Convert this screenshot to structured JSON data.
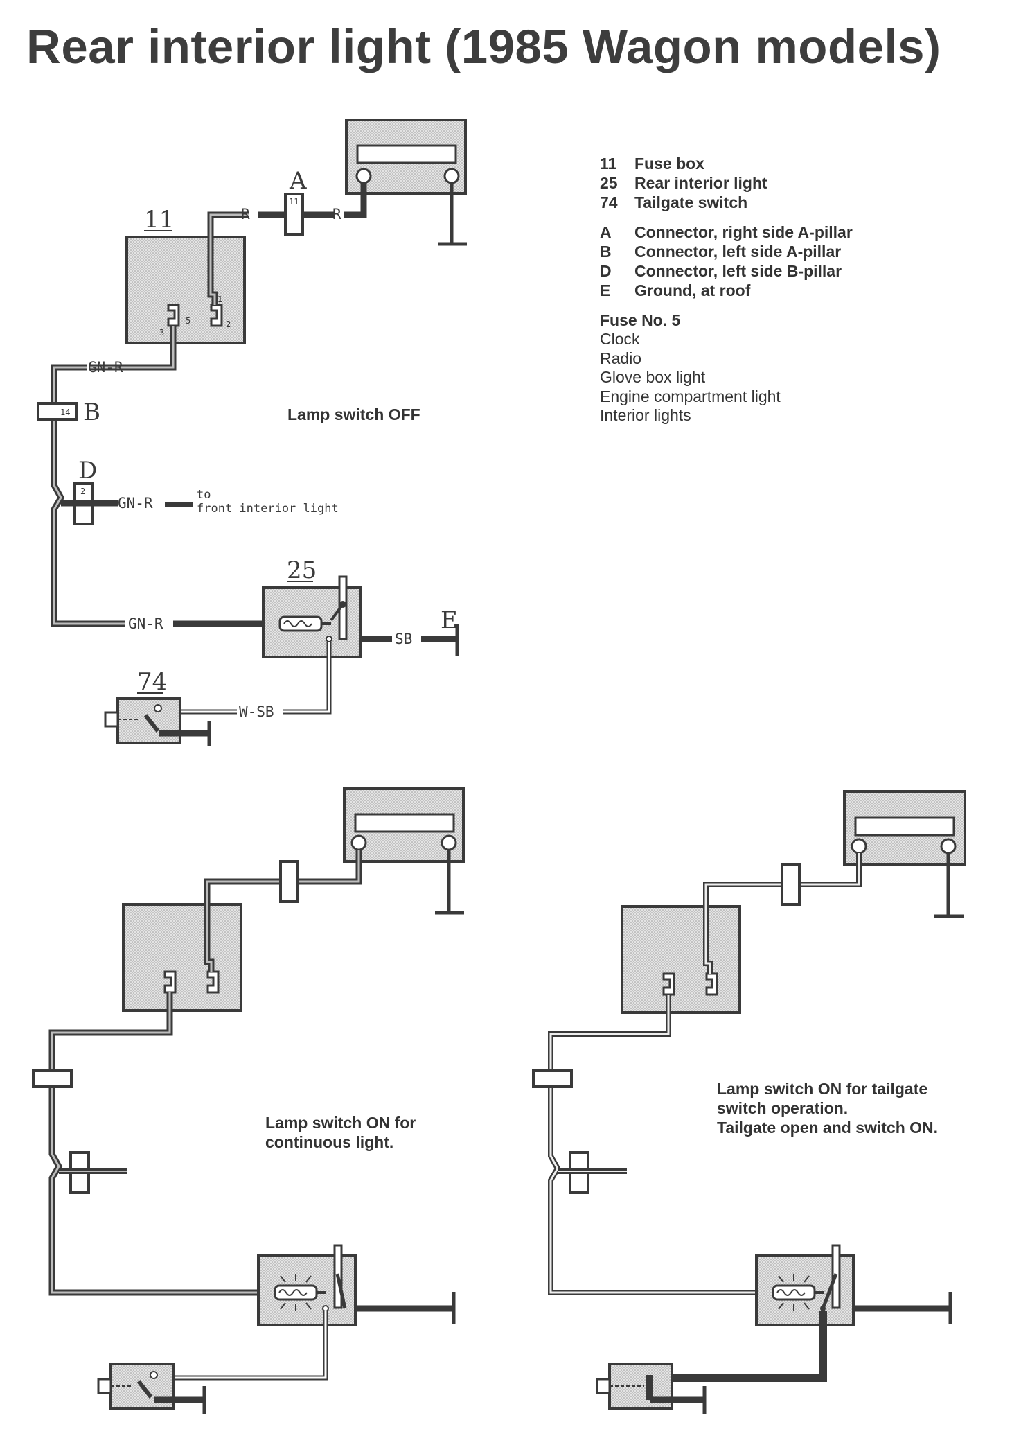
{
  "title": "Rear interior light (1985 Wagon models)",
  "legend": {
    "components": [
      {
        "code": "11",
        "label": "Fuse box"
      },
      {
        "code": "25",
        "label": "Rear interior light"
      },
      {
        "code": "74",
        "label": "Tailgate switch"
      }
    ],
    "connectors": [
      {
        "code": "A",
        "label": "Connector, right side A-pillar"
      },
      {
        "code": "B",
        "label": "Connector, left side A-pillar"
      },
      {
        "code": "D",
        "label": "Connector, left side B-pillar"
      },
      {
        "code": "E",
        "label": "Ground, at roof"
      }
    ],
    "fuse_title": "Fuse No. 5",
    "fuse_items": [
      "Clock",
      "Radio",
      "Glove box light",
      "Engine compartment light",
      "Interior lights"
    ]
  },
  "diagram_top": {
    "caption": "Lamp switch OFF",
    "component_labels": {
      "fuse_box": "11",
      "rear_light": "25",
      "tailgate_switch": "74"
    },
    "connector_labels": {
      "a": "A",
      "b": "B",
      "d": "D",
      "e": "E"
    },
    "connector_pins": {
      "a": "11",
      "b": "14",
      "d": "2"
    },
    "fuse_pins": {
      "p1": "1",
      "p2": "2",
      "p3": "3",
      "p5": "5"
    },
    "wire_labels": {
      "r_left": "R",
      "r_right": "R",
      "gnr_upper": "GN-R",
      "gnr_branch": "GN-R",
      "gnr_lower": "GN-R",
      "sb": "SB",
      "wsb": "W-SB"
    },
    "to_note": [
      "to",
      "front interior light"
    ]
  },
  "diagram_bottom_left": {
    "caption": [
      "Lamp switch ON for",
      "continuous light."
    ]
  },
  "diagram_bottom_right": {
    "caption": [
      "Lamp switch ON for tailgate",
      "switch operation.",
      "Tailgate open and switch ON."
    ]
  },
  "colors": {
    "ink": "#3a3a3a",
    "fill": "#dcdcdc",
    "paper": "#ffffff"
  }
}
